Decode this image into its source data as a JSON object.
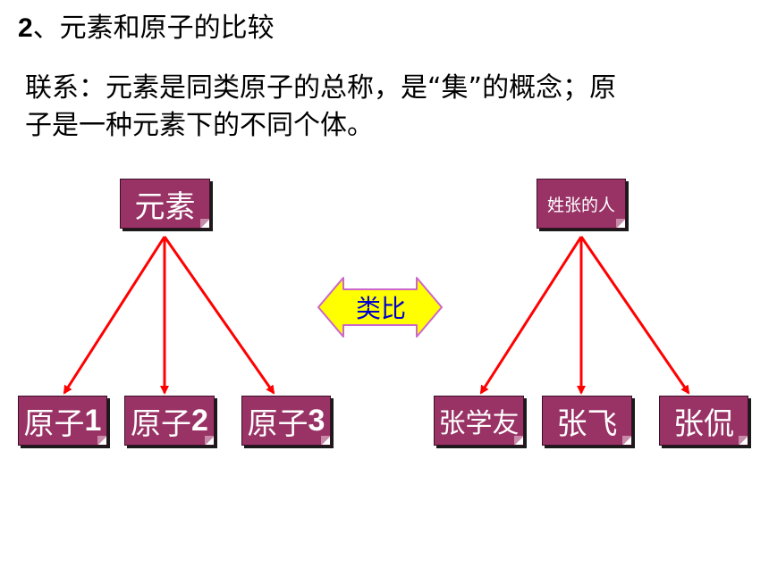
{
  "heading": {
    "number": "2",
    "text": "、元素和原子的比较"
  },
  "paragraph": {
    "line1": "联系：元素是同类原子的总称，是“集”的概念；原",
    "line2": "子是一种元素下的不同个体。"
  },
  "left_tree": {
    "root": "元素",
    "children": [
      {
        "text": "原子",
        "num": "1"
      },
      {
        "text": "原子",
        "num": "2"
      },
      {
        "text": "原子",
        "num": "3"
      }
    ]
  },
  "analogy": {
    "label": "类比"
  },
  "right_tree": {
    "root": "姓张的人",
    "children": [
      "张学友",
      "张飞",
      "张侃"
    ]
  },
  "colors": {
    "box_fill": "#993366",
    "box_text": "#ffffff",
    "arrow": "#ff0000",
    "analogy_fill": "#ffff00",
    "analogy_border": "#cc66cc",
    "analogy_text": "#0000cc"
  }
}
